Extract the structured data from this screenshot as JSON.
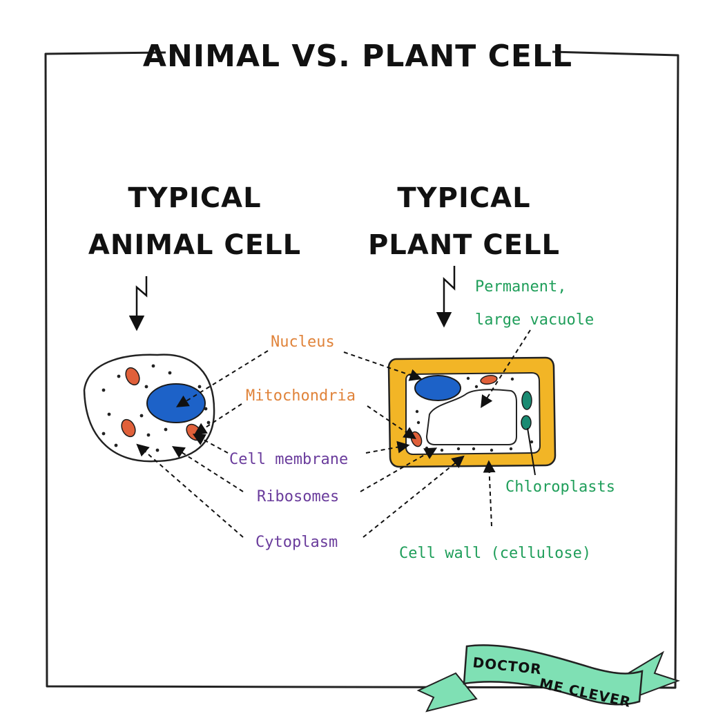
{
  "title": "ANIMAL VS. PLANT CELL",
  "animal_heading": {
    "line1": "TYPICAL",
    "line2": "ANIMAL CELL"
  },
  "plant_heading": {
    "line1": "TYPICAL",
    "line2": "PLANT CELL"
  },
  "labels": {
    "nucleus": "Nucleus",
    "mitochondria": "Mitochondria",
    "cell_membrane": "Cell membrane",
    "ribosomes": "Ribosomes",
    "cytoplasm": "Cytoplasm",
    "vacuole_line1": "Permanent,",
    "vacuole_line2": "large vacuole",
    "chloroplasts": "Chloroplasts",
    "cell_wall": "Cell wall (cellulose)"
  },
  "banner": {
    "line1": "DOCTOR",
    "line2": "ME CLEVER"
  },
  "colors": {
    "orange_label": "#e0833a",
    "purple_label": "#6a3c9c",
    "green_label": "#1f9e5a",
    "nucleus": "#1d62c8",
    "mitochondria": "#e0603a",
    "cell_wall": "#f2b526",
    "chloroplast": "#1a8a72",
    "banner": "#7fe0b4"
  }
}
